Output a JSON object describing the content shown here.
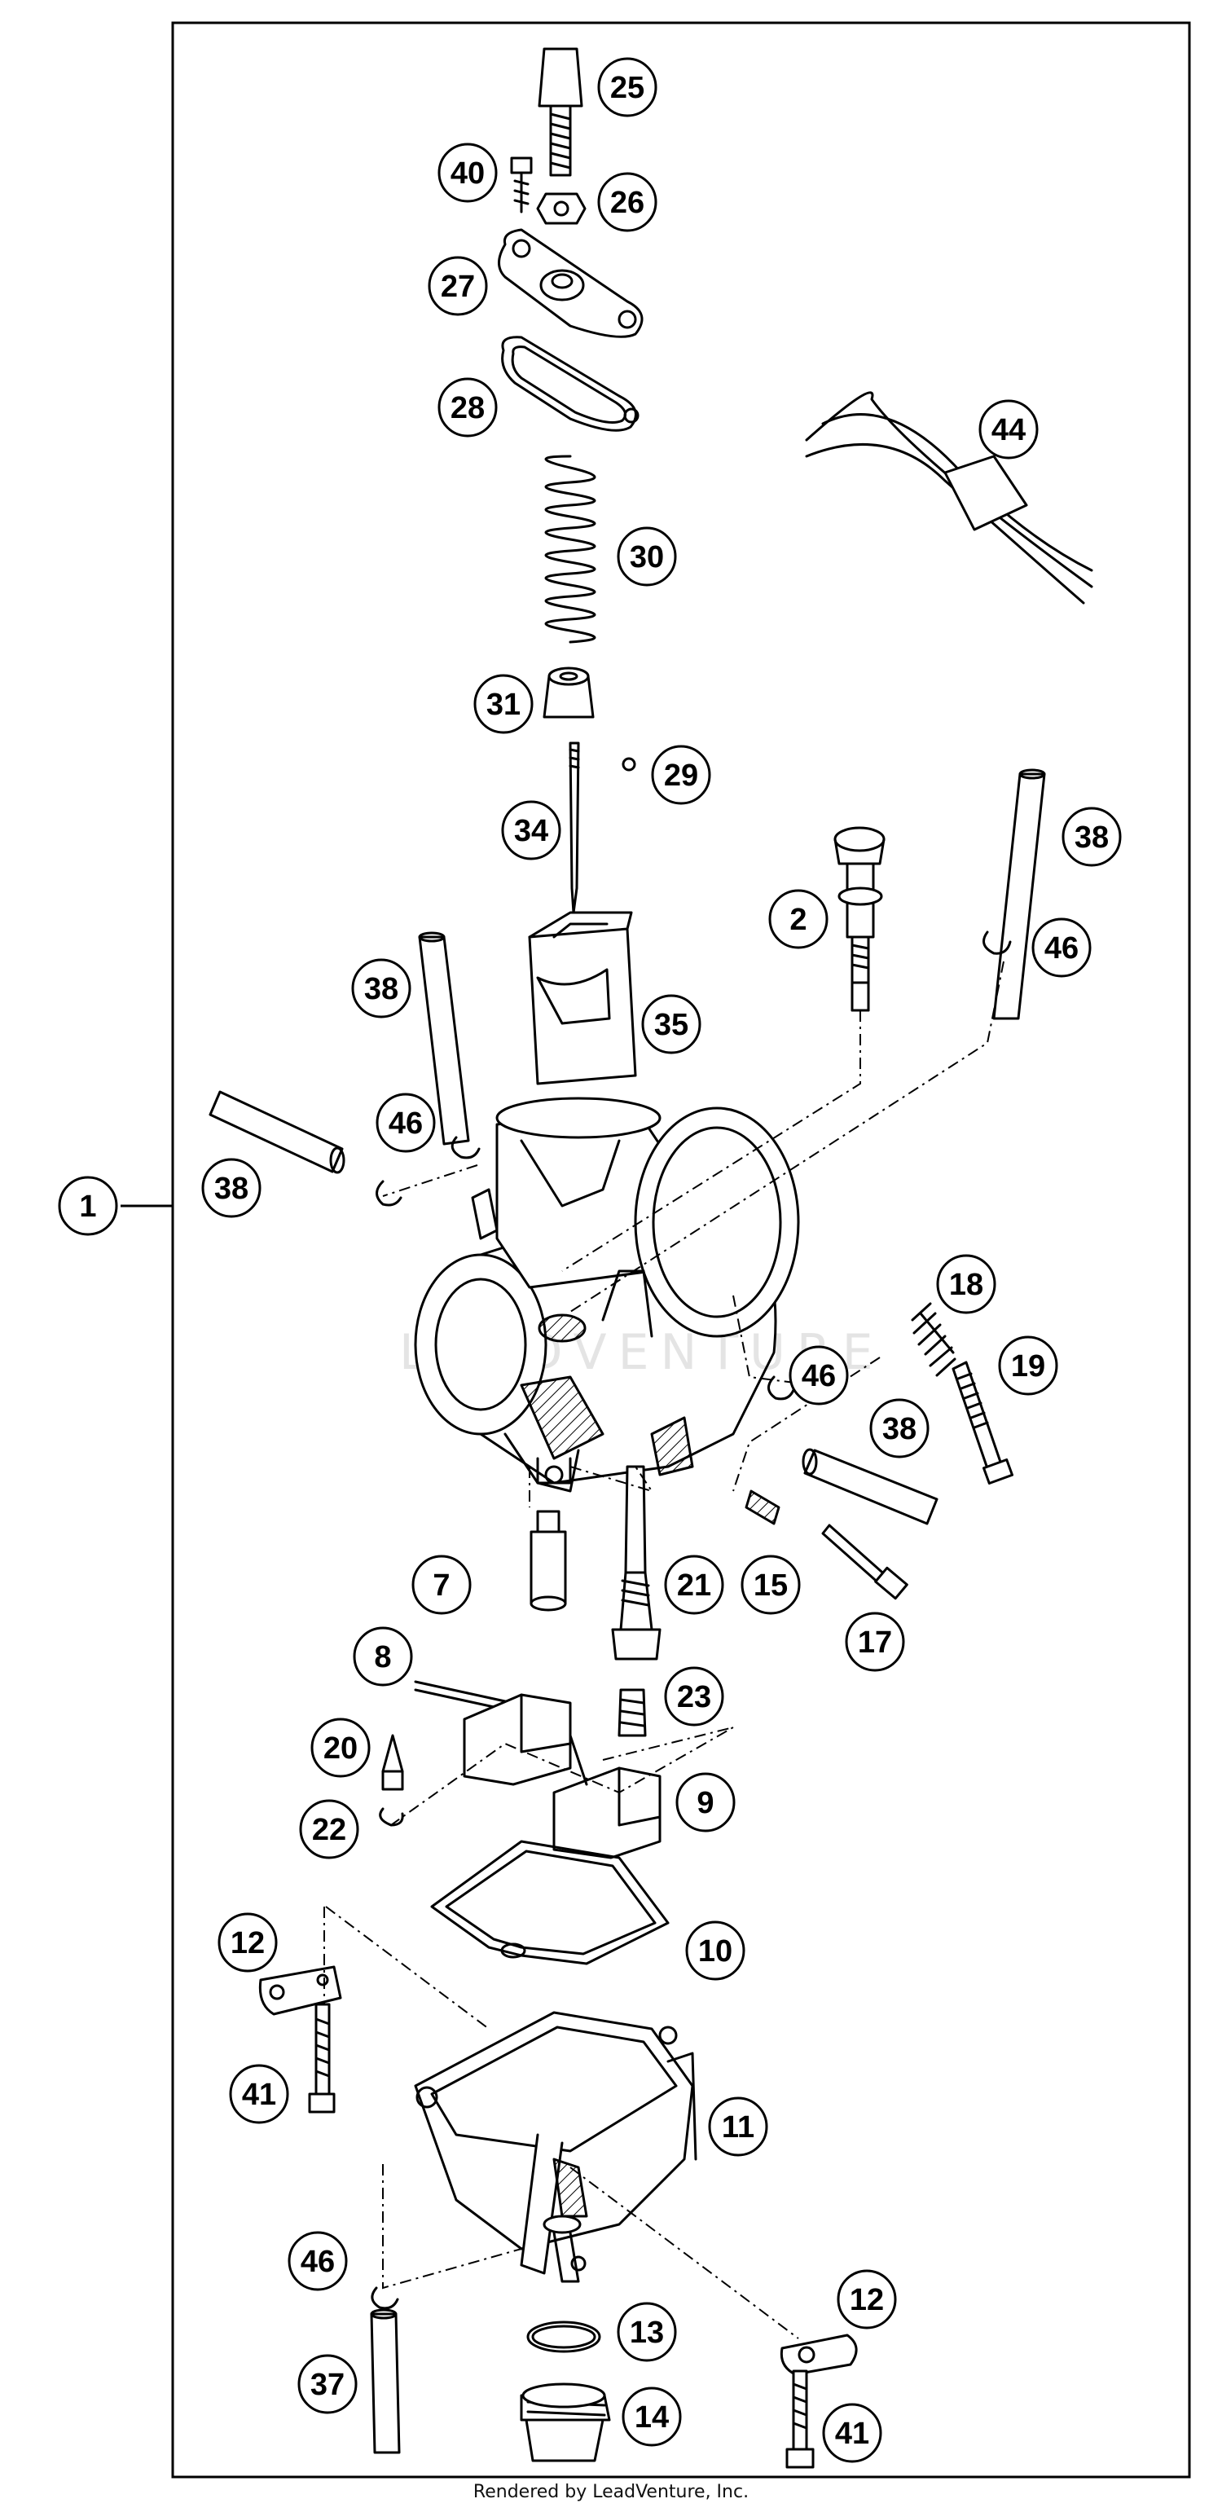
{
  "diagram": {
    "callouts": [
      {
        "label": "25"
      },
      {
        "label": "40"
      },
      {
        "label": "26"
      },
      {
        "label": "27"
      },
      {
        "label": "28"
      },
      {
        "label": "44"
      },
      {
        "label": "30"
      },
      {
        "label": "31"
      },
      {
        "label": "29"
      },
      {
        "label": "34"
      },
      {
        "label": "38"
      },
      {
        "label": "2"
      },
      {
        "label": "46"
      },
      {
        "label": "38"
      },
      {
        "label": "35"
      },
      {
        "label": "46"
      },
      {
        "label": "38"
      },
      {
        "label": "1"
      },
      {
        "label": "18"
      },
      {
        "label": "19"
      },
      {
        "label": "46"
      },
      {
        "label": "38"
      },
      {
        "label": "7"
      },
      {
        "label": "21"
      },
      {
        "label": "15"
      },
      {
        "label": "17"
      },
      {
        "label": "8"
      },
      {
        "label": "23"
      },
      {
        "label": "20"
      },
      {
        "label": "9"
      },
      {
        "label": "22"
      },
      {
        "label": "12"
      },
      {
        "label": "10"
      },
      {
        "label": "41"
      },
      {
        "label": "11"
      },
      {
        "label": "46"
      },
      {
        "label": "12"
      },
      {
        "label": "13"
      },
      {
        "label": "37"
      },
      {
        "label": "14"
      },
      {
        "label": "41"
      }
    ],
    "watermark": "LEADVENTURE",
    "credit": "Rendered by LeadVenture, Inc."
  }
}
